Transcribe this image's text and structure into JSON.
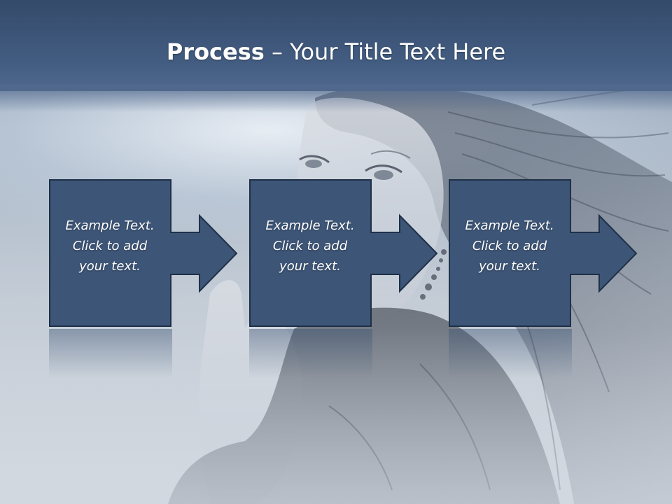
{
  "slide": {
    "title_strong": "Process",
    "title_rest": " – Your Title Text Here"
  },
  "steps": [
    {
      "label_line1": "Example Text.",
      "label_line2": "Click  to add",
      "label_line3": "your text."
    },
    {
      "label_line1": "Example Text.",
      "label_line2": "Click  to add",
      "label_line3": "your text."
    },
    {
      "label_line1": "Example Text.",
      "label_line2": "Click  to add",
      "label_line3": "your text."
    }
  ],
  "colors": {
    "box_fill": "#3d5577",
    "box_stroke": "#1f3048",
    "title_bar": "#435d82"
  }
}
